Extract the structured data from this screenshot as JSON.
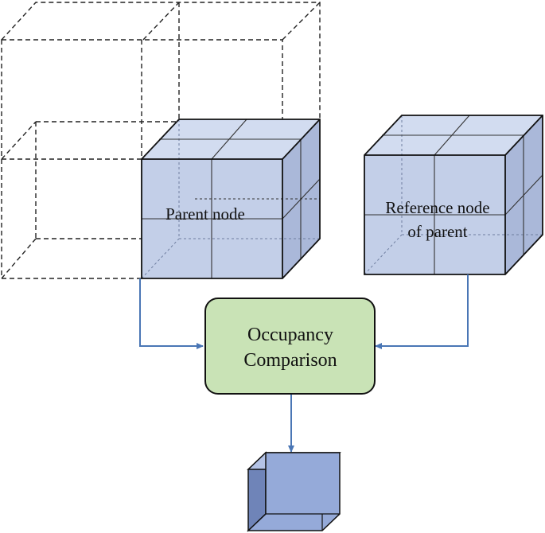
{
  "labels": {
    "parent_node": "Parent node",
    "reference_node_line1": "Reference node",
    "reference_node_line2": "of parent",
    "comparison_line1": "Occupancy",
    "comparison_line2": "Comparison"
  },
  "colors": {
    "cube_front": "#c3cfe8",
    "cube_top": "#d2dcf0",
    "cube_side": "#aab8d9",
    "comparison_fill": "#c9e3b6",
    "arrow": "#4a76b5",
    "result_cube_front": "#95aad9",
    "result_cube_top": "#b4c3e6",
    "result_cube_side": "#6f84b8"
  }
}
